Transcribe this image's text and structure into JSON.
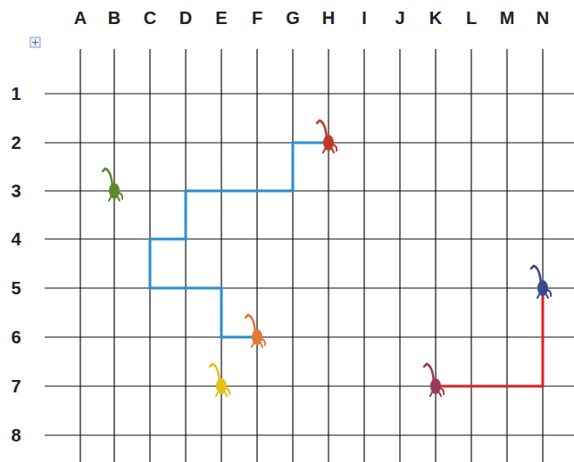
{
  "diagram": {
    "labels": [
      "A",
      "B",
      "C",
      "D",
      "E",
      "F",
      "G",
      "H",
      "I",
      "J",
      "K",
      "L",
      "M",
      "N",
      "1",
      "2",
      "3",
      "4",
      "5",
      "6",
      "7",
      "8"
    ]
  }
}
